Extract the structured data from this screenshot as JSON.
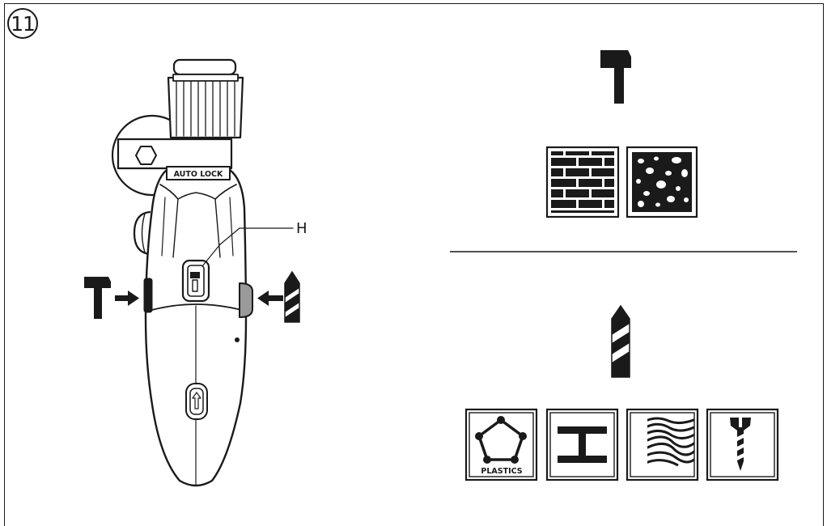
{
  "figure": {
    "step_number": "11",
    "callout_letter": "H",
    "chuck_label": "AUTO LOCK",
    "plastics_label": "PLASTICS"
  },
  "modes": {
    "hammer": {
      "icon": "hammer-icon",
      "materials": [
        "brick-icon",
        "concrete-icon"
      ]
    },
    "drill": {
      "icon": "drill-bit-icon",
      "materials": [
        "plastics-icon",
        "steel-beam-icon",
        "wood-icon",
        "screw-icon"
      ]
    }
  },
  "colors": {
    "ink": "#1a1a1a",
    "paper": "#ffffff",
    "switch_grey": "#9a9a9a"
  }
}
